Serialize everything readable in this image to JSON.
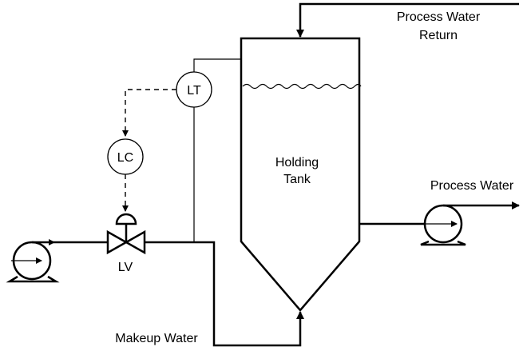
{
  "labels": {
    "return_line1": "Process Water",
    "return_line2": "Return",
    "tank_line1": "Holding",
    "tank_line2": "Tank",
    "process_water": "Process Water",
    "makeup_water": "Makeup Water",
    "valve_tag": "LV"
  },
  "instruments": {
    "transmitter": "LT",
    "controller": "LC"
  },
  "icons": [
    "pump-icon",
    "control-valve-icon",
    "flow-arrow-icon",
    "liquid-level-icon"
  ]
}
